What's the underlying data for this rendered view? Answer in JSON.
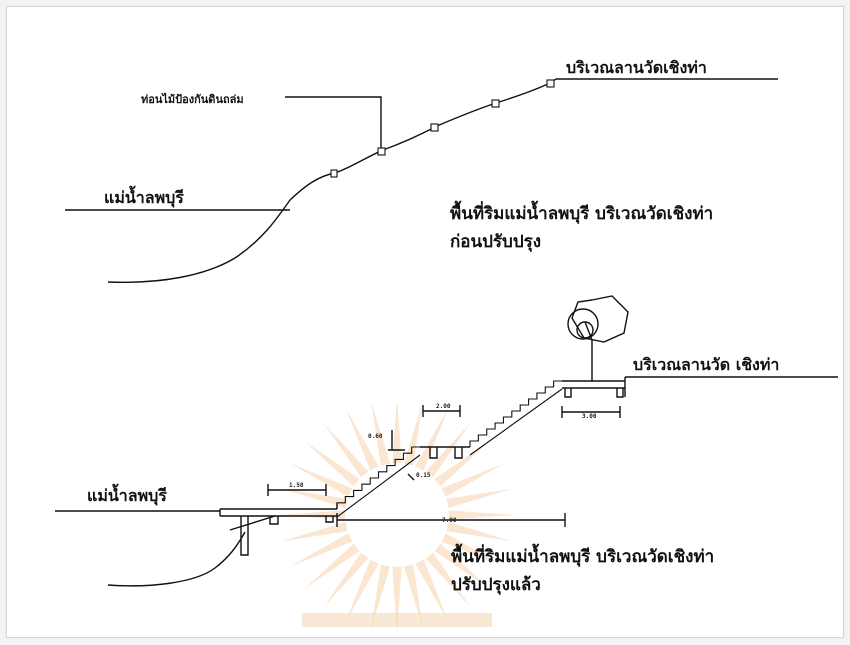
{
  "top_section": {
    "label_temple_area": "บริเวณลานวัดเชิงท่า",
    "label_retaining_wall": "ท่อนไม้ป้องกันดินถล่ม",
    "label_river": "แม่น้ำลพบุรี",
    "caption_line1": "พื้นที่ริมแม่น้ำลพบุรี บริเวณวัดเชิงท่า",
    "caption_line2": "ก่อนปรับปรุง"
  },
  "bottom_section": {
    "label_temple_area": "บริเวณลานวัด เชิงท่า",
    "label_river": "แม่น้ำลพบุรี",
    "caption_line1": "พื้นที่ริมแม่น้ำลพบุรี บริเวณวัดเชิงท่า",
    "caption_line2": "ปรับปรุงแล้ว",
    "dimensions": {
      "landing_lower": "1.50",
      "landing_mid": "2.00",
      "top_platform": "3.00",
      "riser_height": "0.60",
      "step_note": "0.15",
      "total_run": "7.00"
    }
  },
  "watermark_color": "#f3c79a",
  "line_color": "#111111"
}
